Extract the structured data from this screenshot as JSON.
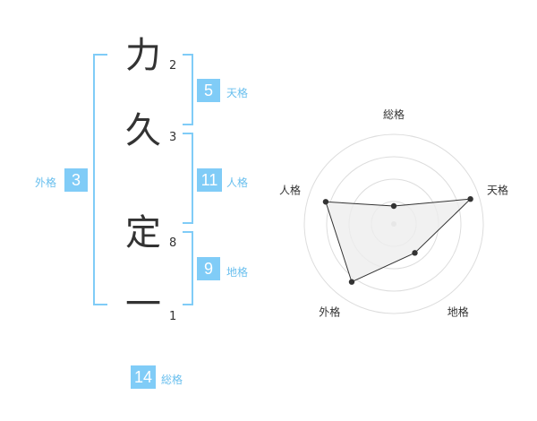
{
  "name_chars": [
    {
      "char": "力",
      "strokes": "2"
    },
    {
      "char": "久",
      "strokes": "3"
    },
    {
      "char": "定",
      "strokes": "8"
    },
    {
      "char": "一",
      "strokes": "1"
    }
  ],
  "fortunes": {
    "tenkaku": {
      "value": "5",
      "label": "天格"
    },
    "jinkaku": {
      "value": "11",
      "label": "人格"
    },
    "chikaku": {
      "value": "9",
      "label": "地格"
    },
    "gaikaku": {
      "value": "3",
      "label": "外格"
    },
    "soukaku": {
      "value": "14",
      "label": "総格"
    }
  },
  "colors": {
    "accent": "#80ccf7",
    "accent_text": "#69bfee",
    "radar_fill": "#eeeeee"
  },
  "chart_data": {
    "type": "radar",
    "axes": [
      "総格",
      "天格",
      "地格",
      "外格",
      "人格"
    ],
    "values": [
      0.2,
      0.9,
      0.4,
      0.8,
      0.8
    ],
    "rings": 4,
    "range": [
      0,
      1
    ]
  }
}
